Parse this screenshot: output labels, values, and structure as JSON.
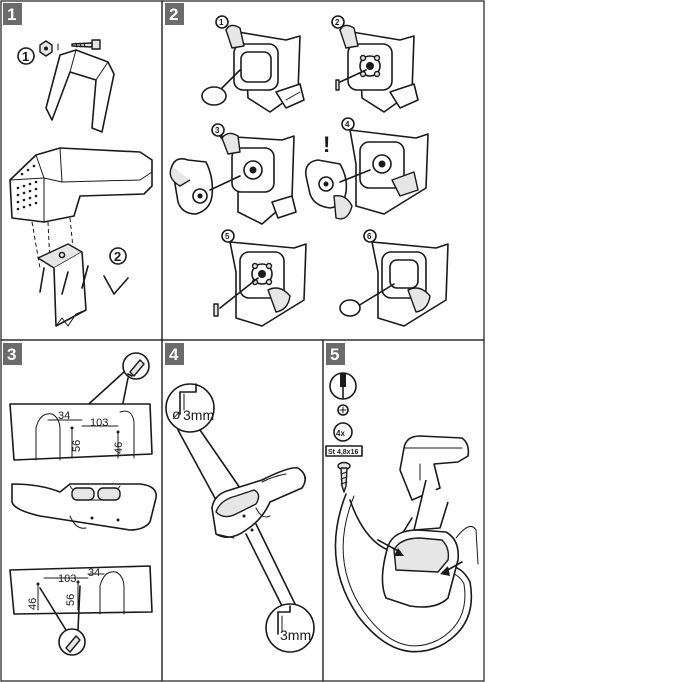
{
  "panels": [
    {
      "step": "1"
    },
    {
      "step": "2"
    },
    {
      "step": "3"
    },
    {
      "step": "4"
    },
    {
      "step": "5"
    }
  ],
  "step1": {
    "callout_a": "1",
    "callout_b": "2"
  },
  "step2": {
    "substeps": [
      "1",
      "2",
      "3",
      "4",
      "5",
      "6"
    ],
    "warning": "!"
  },
  "step3": {
    "top_dims": {
      "a": "34",
      "b": "103",
      "c": "56",
      "d": "46"
    },
    "bottom_dims": {
      "a": "103",
      "b": "34",
      "c": "46",
      "d": "56"
    }
  },
  "step4": {
    "hole_top": "3mm",
    "hole_top_symbol": "ø",
    "hole_bottom": "3mm"
  },
  "step5": {
    "quantity": "4x",
    "screw_spec": "St 4,8x16"
  },
  "colors": {
    "badge": "#6b6b6b",
    "line": "#1a1a1a"
  },
  "icons": [
    "screwdriver-icon",
    "drill-icon",
    "allen-key-icon",
    "screw-icon",
    "nut-icon"
  ]
}
